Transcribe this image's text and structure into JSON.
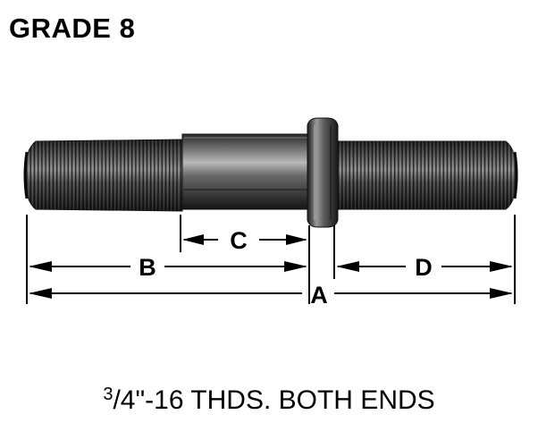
{
  "title": "GRADE 8",
  "caption": {
    "fraction_num": "3",
    "fraction_sep": "/4",
    "rest": "\"-16 THDS. BOTH ENDS"
  },
  "dimensions": {
    "a": "A",
    "b": "B",
    "c": "C",
    "d": "D"
  },
  "colors": {
    "stud_dark": "#1a1a1a",
    "stud_mid": "#5a5a5a",
    "stud_light": "#a8a8a8",
    "line": "#000000",
    "background": "#ffffff"
  }
}
